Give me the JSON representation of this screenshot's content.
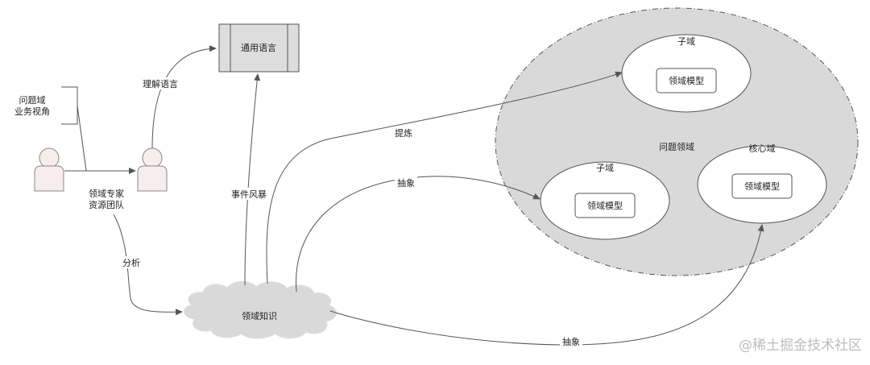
{
  "nodes": {
    "common_language": "通用语言",
    "problem_domain_view": [
      "问题域",
      "业务视角"
    ],
    "experts": [
      "领域专家",
      "资源团队"
    ],
    "domain_knowledge": "领域知识",
    "problem_area": "问题领域",
    "subdomain_top": "子域",
    "subdomain_top_model": "领域模型",
    "subdomain_left": "子域",
    "subdomain_left_model": "领域模型",
    "core_domain": "核心域",
    "core_domain_model": "领域模型"
  },
  "edges": {
    "understand_language": "理解语言",
    "analyze": "分析",
    "event_storming": "事件风暴",
    "refine": "提炼",
    "abstract_1": "抽象",
    "abstract_2": "抽象"
  },
  "watermark": "@稀土掘金技术社区",
  "colors": {
    "stroke": "#555555",
    "fill_gray": "#d9d9d9",
    "fill_light": "#dddddd",
    "person_fill": "#f7eded",
    "white": "#ffffff"
  }
}
